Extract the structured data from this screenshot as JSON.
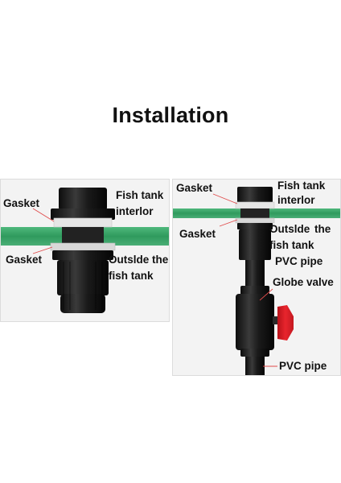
{
  "title": "Installation",
  "left_panel": {
    "labels": {
      "gasket_top": "Gasket",
      "gasket_bottom": "Gasket",
      "fish_tank_interior_1": "Fish tank",
      "fish_tank_interior_2": "interlor",
      "outside_fish_tank_1": "Outslde the",
      "outside_fish_tank_2": "fish tank"
    }
  },
  "right_panel": {
    "labels": {
      "gasket_top": "Gasket",
      "gasket_bottom": "Gasket",
      "fish_tank_interior_1": "Fish tank",
      "fish_tank_interior_2": "interlor",
      "outside_fish_tank_1": "Outslde",
      "outside_fish_tank_2": "the",
      "outside_fish_tank_3": "fish tank",
      "pvc_pipe_top": "PVC pipe",
      "globe_valve": "Globe valve",
      "pvc_pipe_bottom": "PVC pipe"
    }
  },
  "colors": {
    "glass": "#3ea56b",
    "fitting": "#1b1b1b",
    "gasket": "#e8e8e8",
    "valve_handle": "#e0232a",
    "leader_line": "#e04a4a"
  }
}
